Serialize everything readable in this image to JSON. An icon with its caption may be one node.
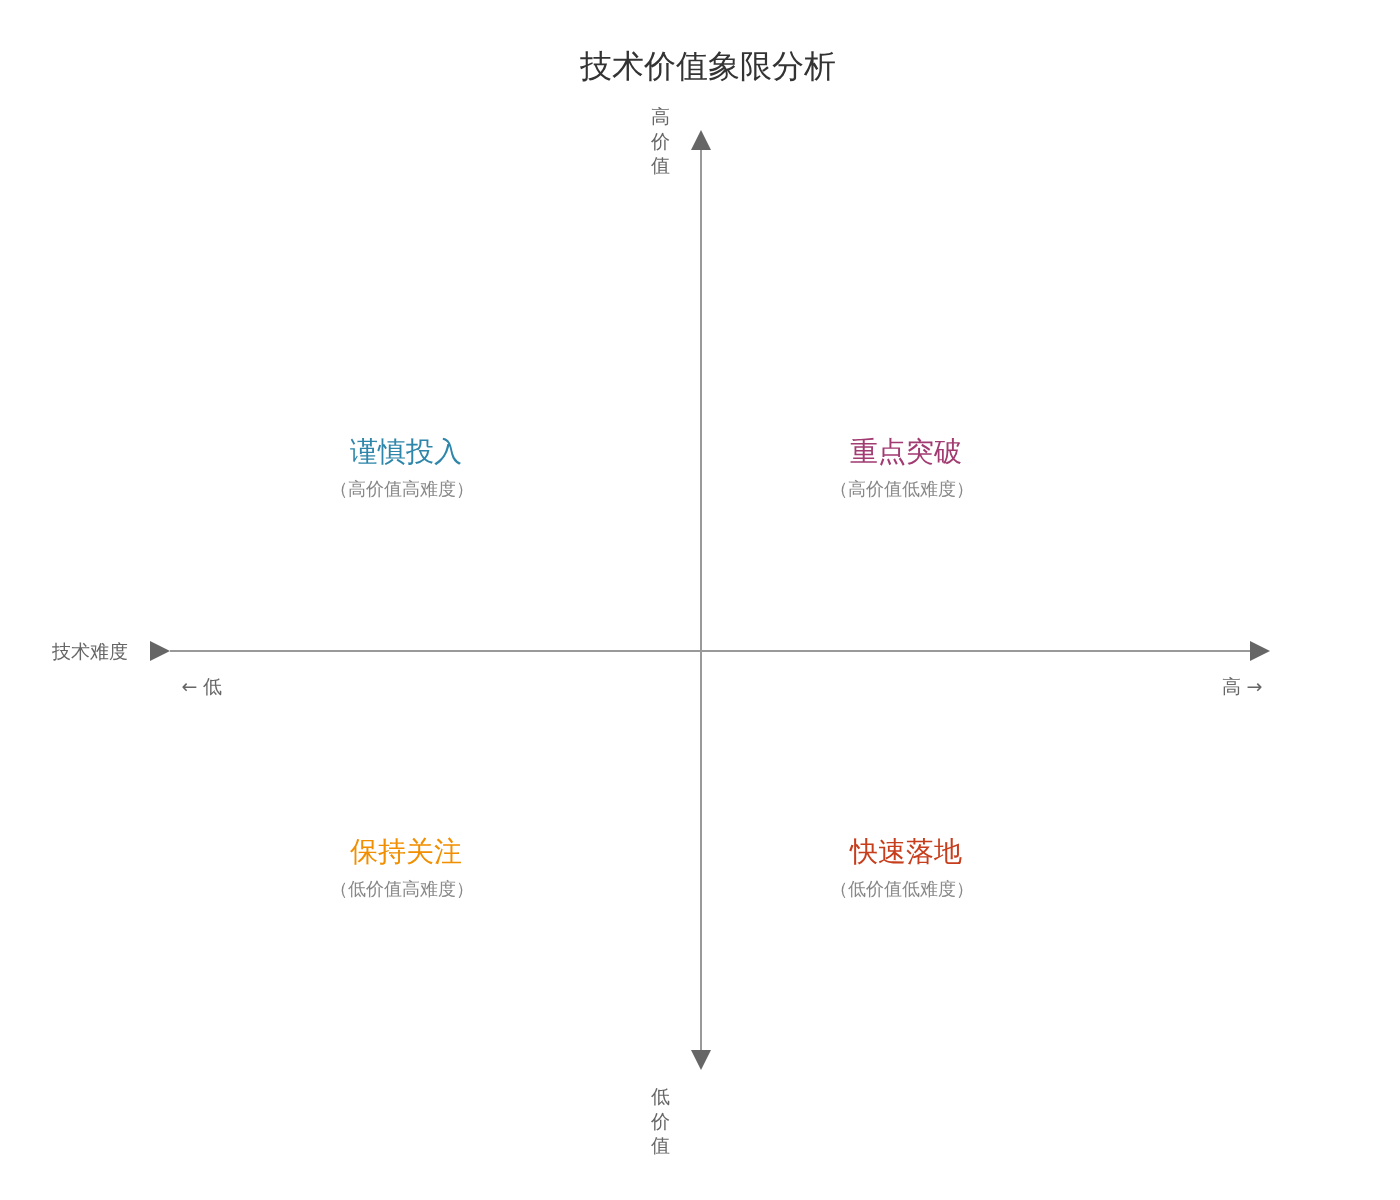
{
  "diagram": {
    "title": "技术价值象限分析",
    "labels": [
      "高价值",
      "谨慎投入",
      "（高价值高难度）",
      "重点突破",
      "（高价值低难度）",
      "技术难度",
      "← 低",
      "高 →",
      "保持关注",
      "（低价值高难度）",
      "快速落地",
      "（低价值低难度）",
      "低价值"
    ]
  }
}
